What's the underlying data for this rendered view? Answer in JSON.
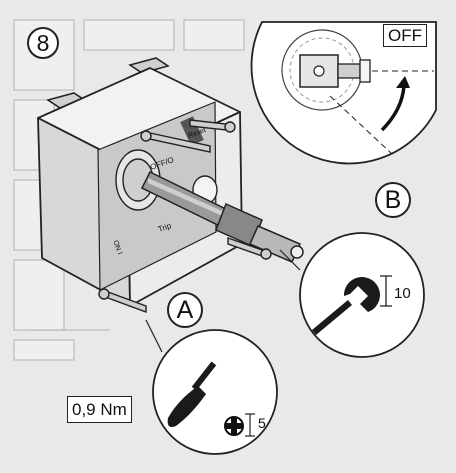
{
  "step": {
    "number": "8"
  },
  "callouts": {
    "a": "A",
    "b": "B"
  },
  "switch_position": {
    "label": "OFF"
  },
  "torque": {
    "label": "0,9 Nm"
  },
  "wrench": {
    "size": "10"
  },
  "screwdriver": {
    "size": "5"
  },
  "device_markings": {
    "reset": "Reset",
    "off": "OFF/O",
    "trip": "Trip",
    "on": "ON I"
  },
  "colors": {
    "background": "#e9e9e9",
    "housing": "#d7d7d7",
    "outline": "#222222",
    "tool": "#1a1a1a"
  }
}
